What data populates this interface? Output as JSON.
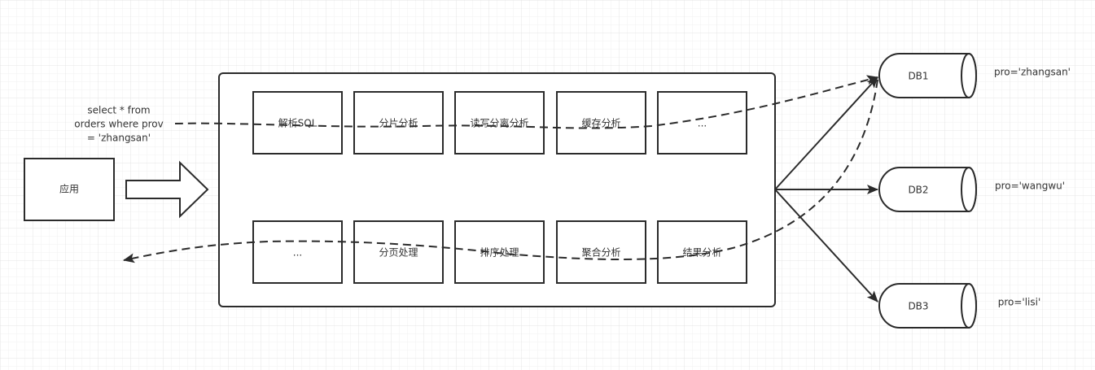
{
  "app": {
    "label": "应用"
  },
  "sql": {
    "line1": "select * from",
    "line2": "orders where prov",
    "line3": "= 'zhangsan'"
  },
  "top_row": [
    "解析SQL",
    "分片分析",
    "读写分离分析",
    "缓存分析",
    "..."
  ],
  "bottom_row": [
    "...",
    "分页处理",
    "排序处理",
    "聚合分析",
    "结果分析"
  ],
  "databases": [
    {
      "name": "DB1",
      "condition": "pro='zhangsan'"
    },
    {
      "name": "DB2",
      "condition": "pro='wangwu'"
    },
    {
      "name": "DB3",
      "condition": "pro='lisi'"
    }
  ]
}
